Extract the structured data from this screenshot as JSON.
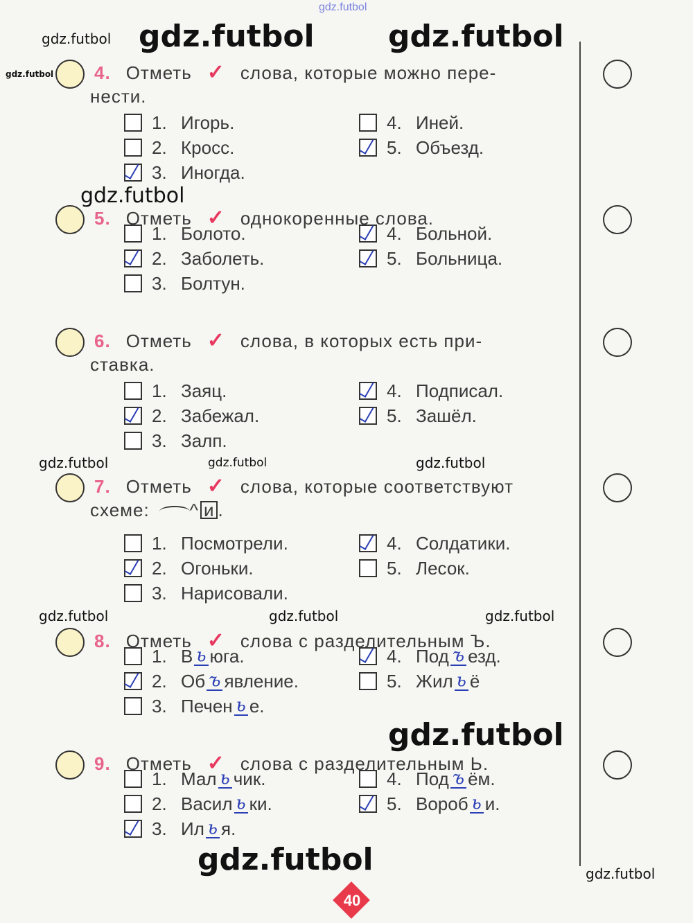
{
  "header_watermark": "gdz.futbol",
  "questions": [
    {
      "num": "4.",
      "before": "Отметь",
      "after": "слова, которые можно пере-",
      "cont": "нести.",
      "options": [
        {
          "n": "1.",
          "text": "Игорь.",
          "checked": false
        },
        {
          "n": "2.",
          "text": "Кросс.",
          "checked": false
        },
        {
          "n": "3.",
          "text": "Иногда.",
          "checked": true
        },
        {
          "n": "4.",
          "text": "Иней.",
          "checked": false
        },
        {
          "n": "5.",
          "text": "Объезд.",
          "checked": true
        }
      ]
    },
    {
      "num": "5.",
      "before": "Отметь",
      "after": "однокоренные слова.",
      "cont": "",
      "options": [
        {
          "n": "1.",
          "text": "Болото.",
          "checked": false
        },
        {
          "n": "2.",
          "text": "Заболеть.",
          "checked": true
        },
        {
          "n": "3.",
          "text": "Болтун.",
          "checked": false
        },
        {
          "n": "4.",
          "text": "Больной.",
          "checked": true
        },
        {
          "n": "5.",
          "text": "Больница.",
          "checked": true
        }
      ]
    },
    {
      "num": "6.",
      "before": "Отметь",
      "after": "слова, в которых есть при-",
      "cont": "ставка.",
      "options": [
        {
          "n": "1.",
          "text": "Заяц.",
          "checked": false
        },
        {
          "n": "2.",
          "text": "Забежал.",
          "checked": true
        },
        {
          "n": "3.",
          "text": "Залп.",
          "checked": false
        },
        {
          "n": "4.",
          "text": "Подписал.",
          "checked": true
        },
        {
          "n": "5.",
          "text": "Зашёл.",
          "checked": true
        }
      ]
    },
    {
      "num": "7.",
      "before": "Отметь",
      "after": "слова, которые соответствуют",
      "cont": "схеме:",
      "scheme_box": "и",
      "options": [
        {
          "n": "1.",
          "text": "Посмотрели.",
          "checked": false
        },
        {
          "n": "2.",
          "text": "Огоньки.",
          "checked": true
        },
        {
          "n": "3.",
          "text": "Нарисовали.",
          "checked": false
        },
        {
          "n": "4.",
          "text": "Солдатики.",
          "checked": true
        },
        {
          "n": "5.",
          "text": "Лесок.",
          "checked": false
        }
      ]
    },
    {
      "num": "8.",
      "before": "Отметь",
      "after": "слова с разделительным Ъ.",
      "cont": "",
      "options": [
        {
          "n": "1.",
          "pre": "В",
          "hand": "ь",
          "post": "юга.",
          "checked": false
        },
        {
          "n": "2.",
          "pre": "Об",
          "hand": "ъ",
          "post": "явление.",
          "checked": true
        },
        {
          "n": "3.",
          "pre": "Печен",
          "hand": "ь",
          "post": "е.",
          "checked": false
        },
        {
          "n": "4.",
          "pre": "Под",
          "hand": "ъ",
          "post": "езд.",
          "checked": true
        },
        {
          "n": "5.",
          "pre": "Жил",
          "hand": "ь",
          "post": "ё",
          "checked": false
        }
      ]
    },
    {
      "num": "9.",
      "before": "Отметь",
      "after": "слова с разделительным Ь.",
      "cont": "",
      "options": [
        {
          "n": "1.",
          "pre": "Мал",
          "hand": "ь",
          "post": "чик.",
          "checked": false
        },
        {
          "n": "2.",
          "pre": "Васил",
          "hand": "ь",
          "post": "ки.",
          "checked": false
        },
        {
          "n": "3.",
          "pre": "Ил",
          "hand": "ь",
          "post": "я.",
          "checked": true
        },
        {
          "n": "4.",
          "pre": "Под",
          "hand": "ъ",
          "post": "ём.",
          "checked": false
        },
        {
          "n": "5.",
          "pre": "Вороб",
          "hand": "ь",
          "post": "и.",
          "checked": true
        }
      ]
    }
  ],
  "watermarks": [
    "gdz.futbol",
    "gdz.futbol",
    "gdz.futbol",
    "gdz.futbol",
    "gdz.futbol",
    "gdz.futbol",
    "gdz.futbol",
    "gdz.futbol",
    "gdz.futbol",
    "gdz.futbol",
    "gdz.futbol",
    "gdz.futbol",
    "gdz.futbol",
    "gdz.futbol"
  ],
  "page_number": "40"
}
